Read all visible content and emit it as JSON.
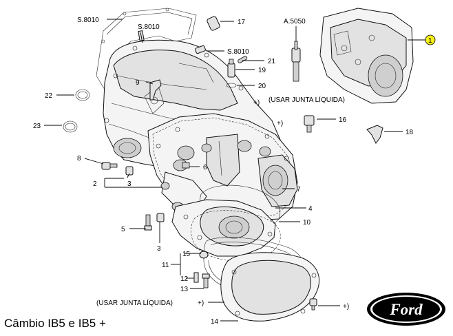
{
  "title": "Câmbio IB5 e IB5 +",
  "brand": "Ford",
  "callout_color": "#f5ef1a",
  "labels": {
    "s8010_a": "S.8010",
    "s8010_b": "S.8010",
    "s8010_c": "S.8010",
    "a5050": "A.5050",
    "n1": "1",
    "n2": "2",
    "n3a": "3",
    "n3b": "3",
    "n4": "4",
    "n5": "5",
    "n6": "6",
    "n7": "7",
    "n8": "8",
    "n9": "9",
    "n10": "10",
    "n11": "11",
    "n12": "12",
    "n13": "13",
    "n14": "14",
    "n15": "15",
    "n16": "16",
    "n17": "17",
    "n18": "18",
    "n19": "19",
    "n20": "20",
    "n21": "21",
    "n22": "22",
    "n23": "23",
    "plus_a": "+)",
    "plus_b": "+)",
    "plus_c": "+)",
    "plus_d": "+)",
    "note_top": "(USAR JUNTA LÍQUIDA)",
    "note_bottom": "(USAR JUNTA LÍQUIDA)"
  }
}
